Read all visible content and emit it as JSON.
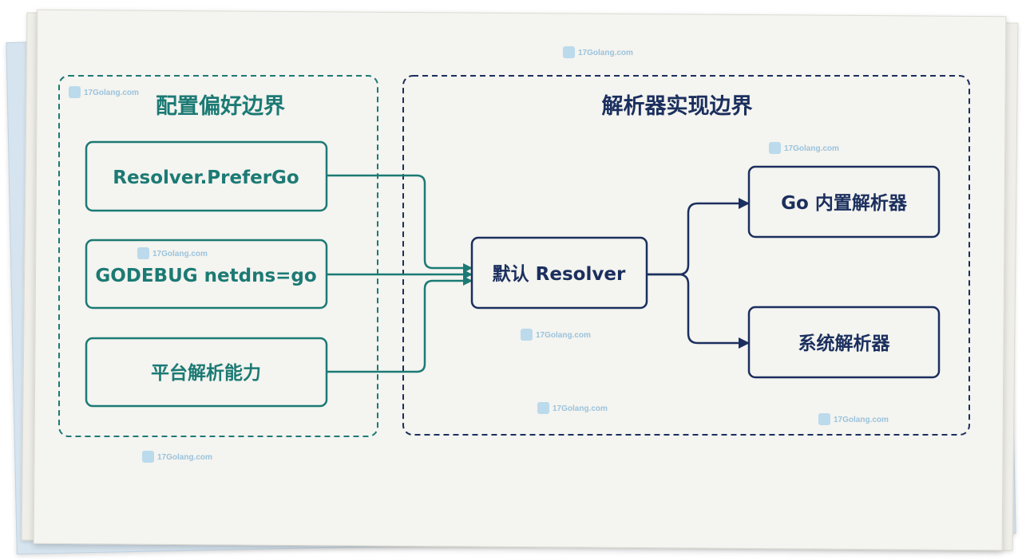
{
  "colors": {
    "teal": "#1c7a74",
    "navy": "#1b2f5e",
    "paper": "#f4f4f0",
    "watermark": "#7cb3d6"
  },
  "groups": {
    "config": {
      "title": "配置偏好边界"
    },
    "resolver": {
      "title": "解析器实现边界"
    }
  },
  "nodes": {
    "prefer_go": "Resolver.PreferGo",
    "godebug": "GODEBUG netdns=go",
    "platform": "平台解析能力",
    "default_resolver": "默认 Resolver",
    "go_builtin": "Go 内置解析器",
    "system": "系统解析器"
  },
  "watermark": {
    "text": "17Golang.com",
    "icon": "gopher-logo-icon"
  }
}
